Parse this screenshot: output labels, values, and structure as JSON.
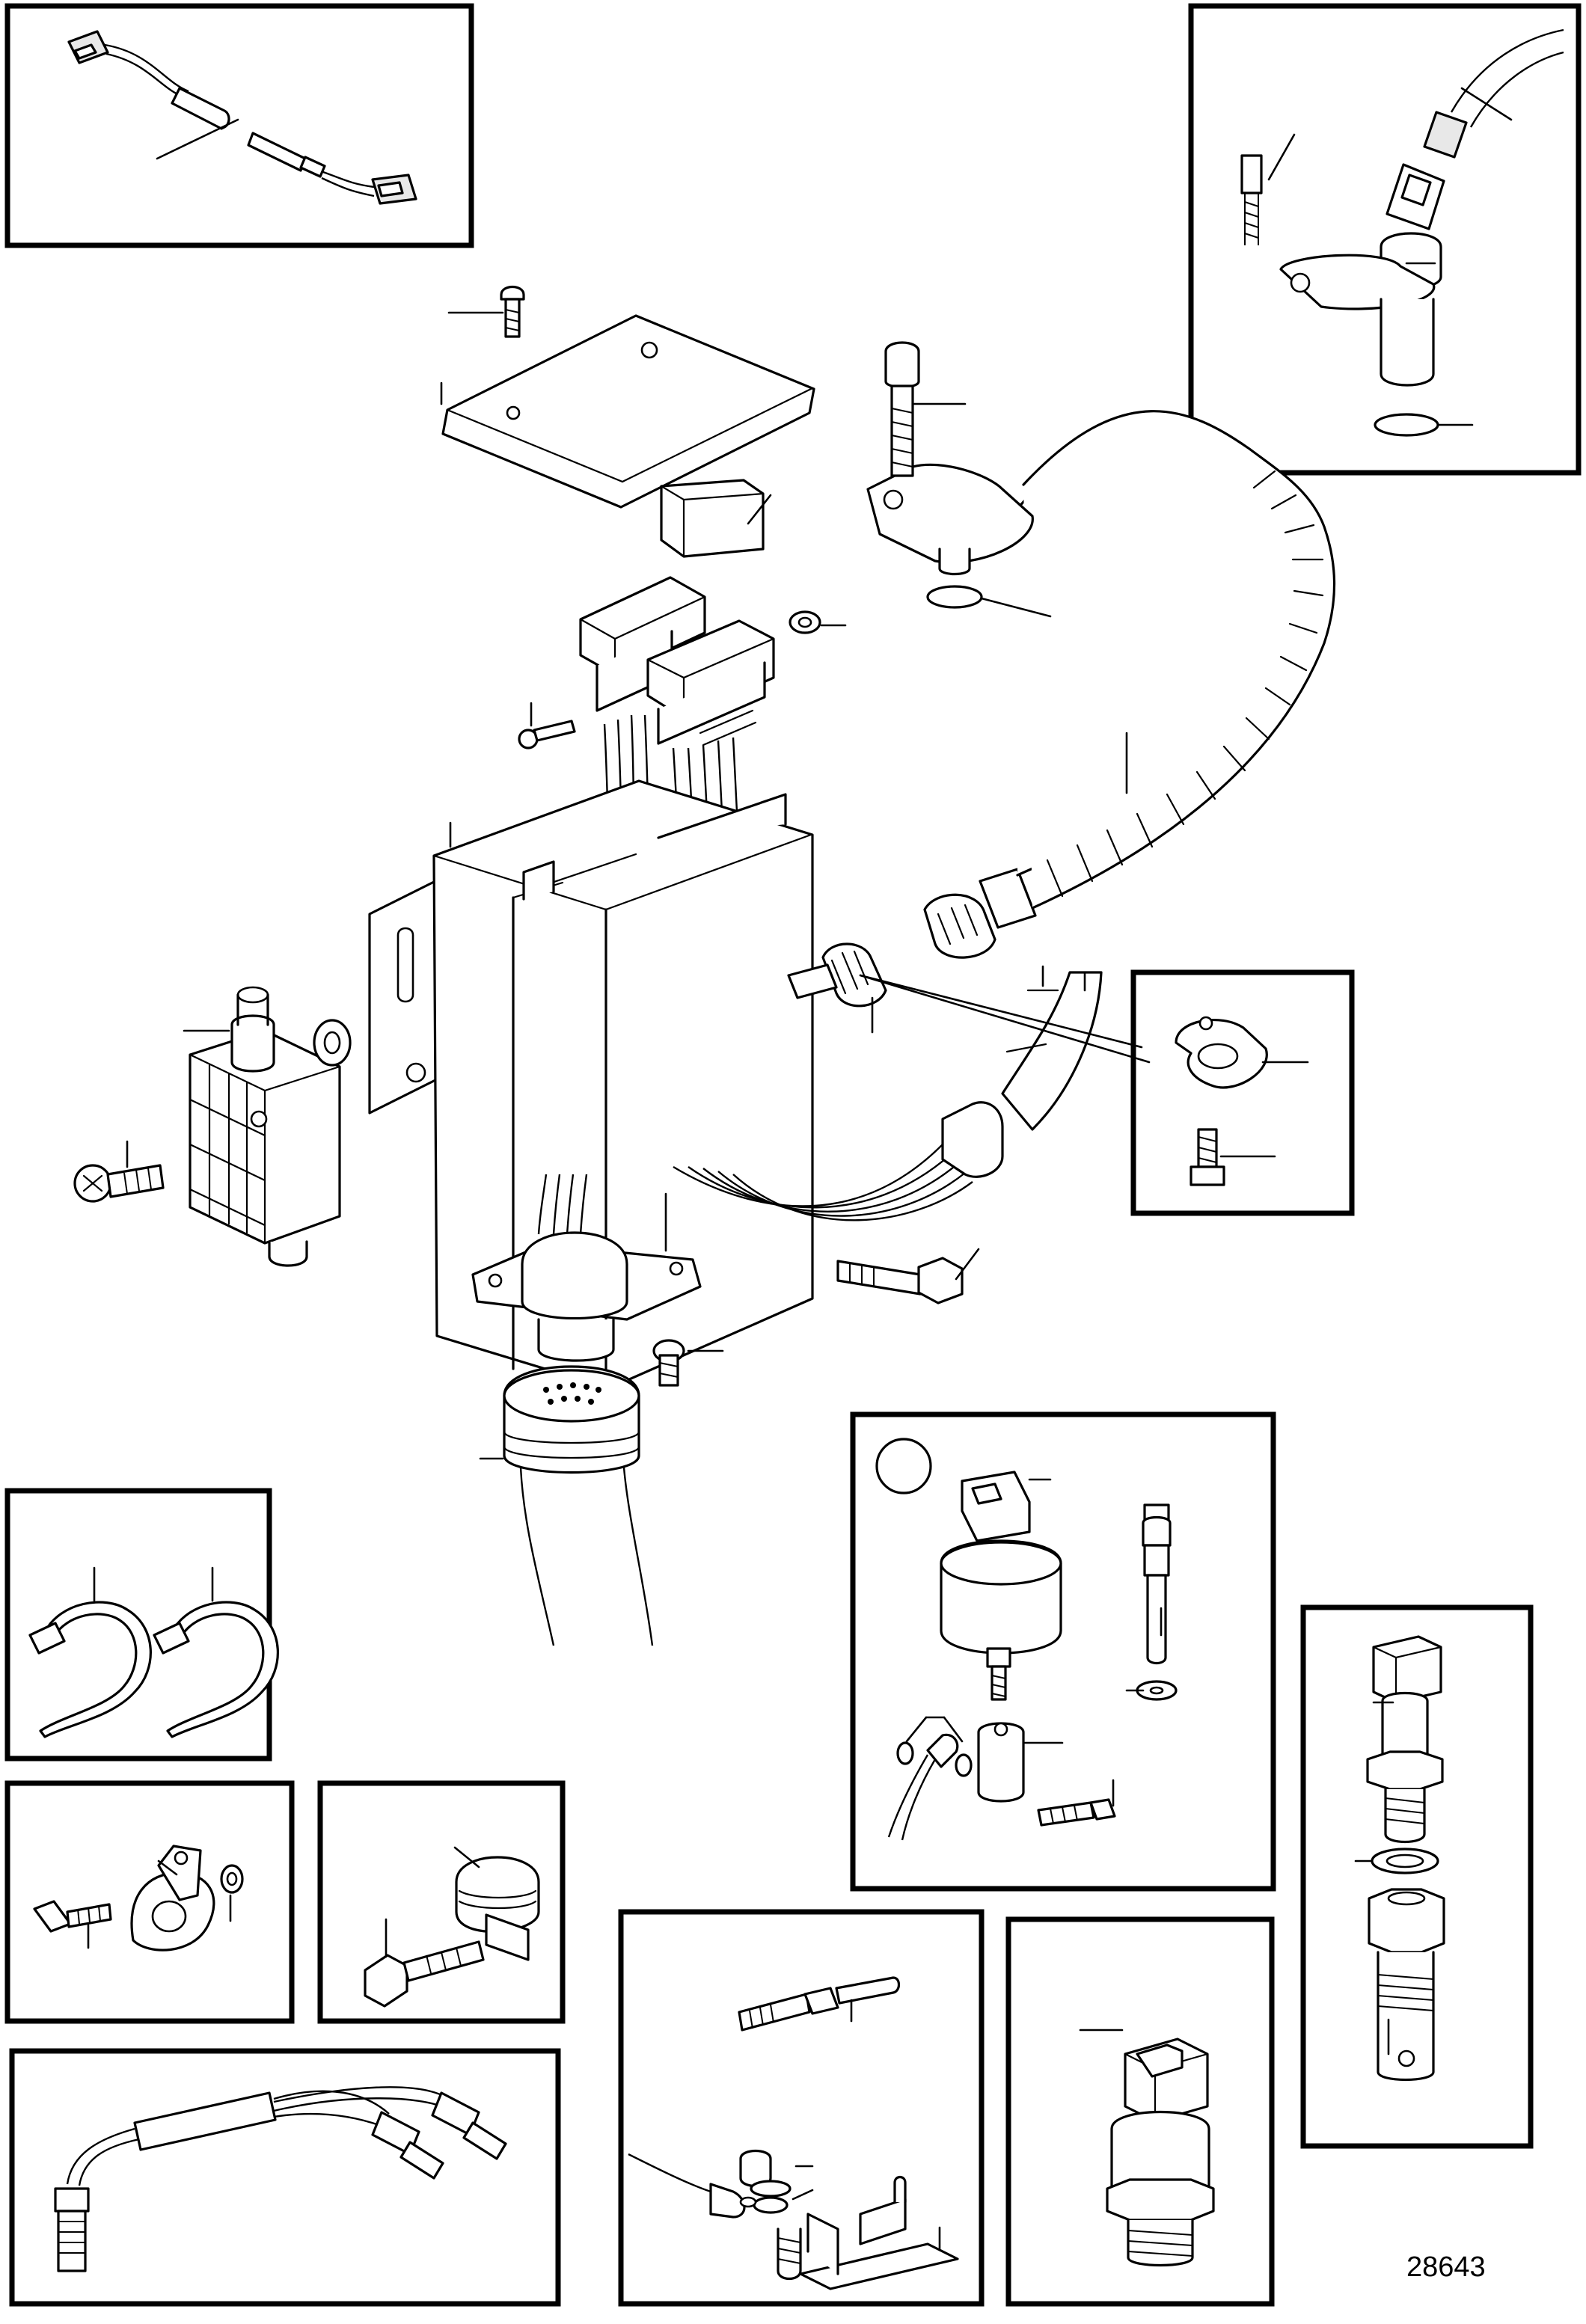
{
  "figure": {
    "number": "28643"
  },
  "insets": [
    {
      "id": "wiring-harness-extension"
    },
    {
      "id": "sensor-with-o-ring"
    },
    {
      "id": "cable-clamp-with-screw"
    },
    {
      "id": "cable-ties"
    },
    {
      "id": "p-clip-kit"
    },
    {
      "id": "clip-with-flange-screw"
    },
    {
      "id": "y-splitter-cable"
    },
    {
      "id": "pressure-sender-kit"
    },
    {
      "id": "stud-and-bracket-kit"
    },
    {
      "id": "pressure-switch"
    },
    {
      "id": "sensor-with-adapter"
    }
  ]
}
